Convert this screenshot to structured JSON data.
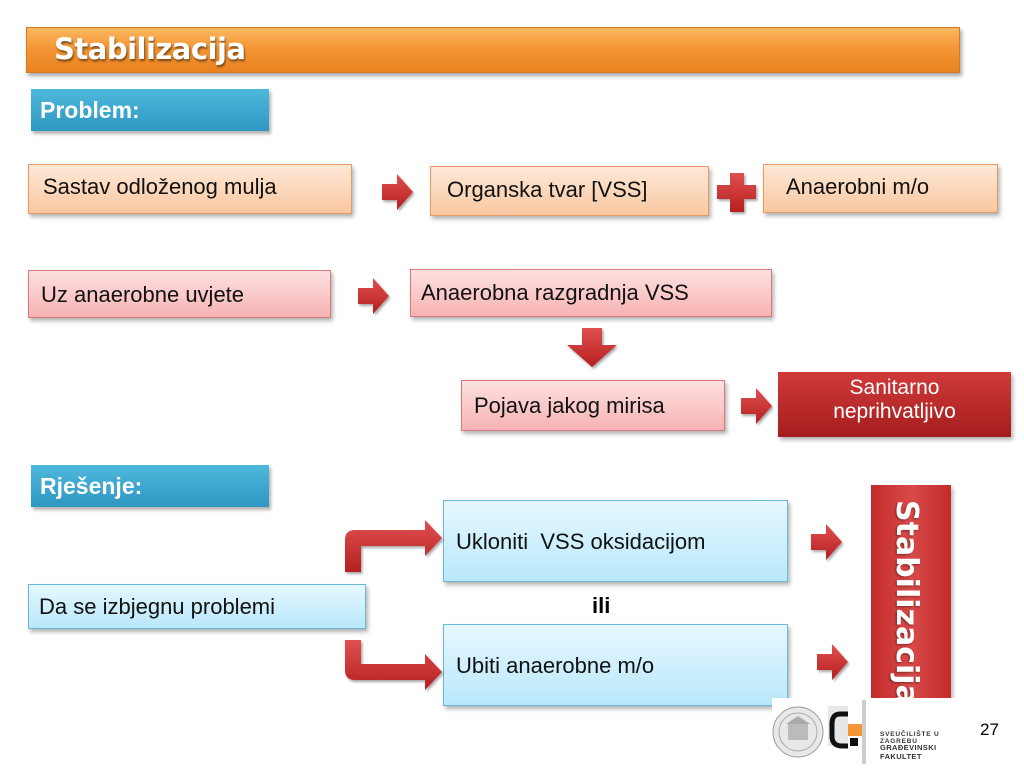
{
  "title": "Stabilizacija",
  "problem_label": "Problem:",
  "solution_label": "Rješenje:",
  "boxes": {
    "sastav": "Sastav odloženog mulja",
    "organska": "Organska tvar [VSS]",
    "anaerobni_mo": "Anaerobni m/o",
    "uz_anaerobne": "Uz anaerobne uvjete",
    "razgradnja": "Anaerobna razgradnja VSS",
    "pojava": "Pojava jakog mirisa",
    "sanitarno_1": "Sanitarno",
    "sanitarno_2": "neprihvatljivo",
    "da_se": "Da se izbjegnu problemi",
    "ukloniti": "Ukloniti  VSS oksidacijom",
    "ubiti": "Ubiti anaerobne m/o",
    "ili": "ili",
    "stabilizacija_vertical": "Stabilizacija"
  },
  "logo": {
    "line1": "SVEUČILIŠTE U ZAGREBU",
    "line2": "GRAĐEVINSKI FAKULTET"
  },
  "page_number": "27",
  "colors": {
    "orange_accent": "#f49636",
    "blue_label": "#2e97c2",
    "red_arrow": "#c32a2a",
    "dark_red_box": "#b52727"
  }
}
